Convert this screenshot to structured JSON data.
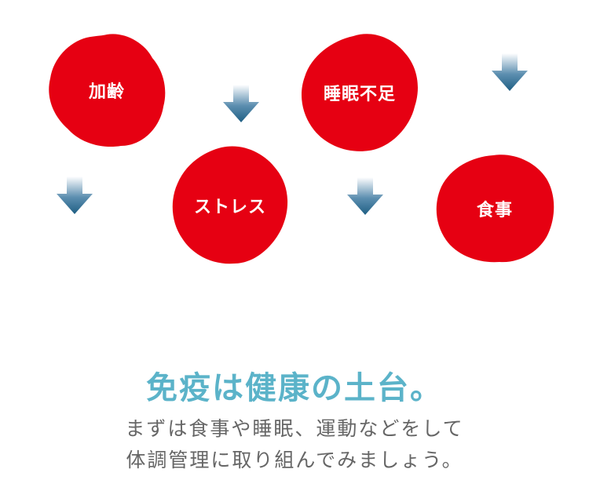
{
  "factors": [
    {
      "label": "加齢"
    },
    {
      "label": "睡眠不足"
    },
    {
      "label": "ストレス"
    },
    {
      "label": "食事"
    }
  ],
  "colors": {
    "blob_red": "#e60012",
    "arrow_blue": "#1f5f84",
    "headline_teal": "#5bb3c9",
    "body_gray": "#666666"
  },
  "icons": [
    "down-arrow-icon"
  ],
  "headline": "免疫は健康の土台。",
  "body_lines": [
    "まずは食事や睡眠、運動などをして",
    "体調管理に取り組んでみましょう。"
  ]
}
